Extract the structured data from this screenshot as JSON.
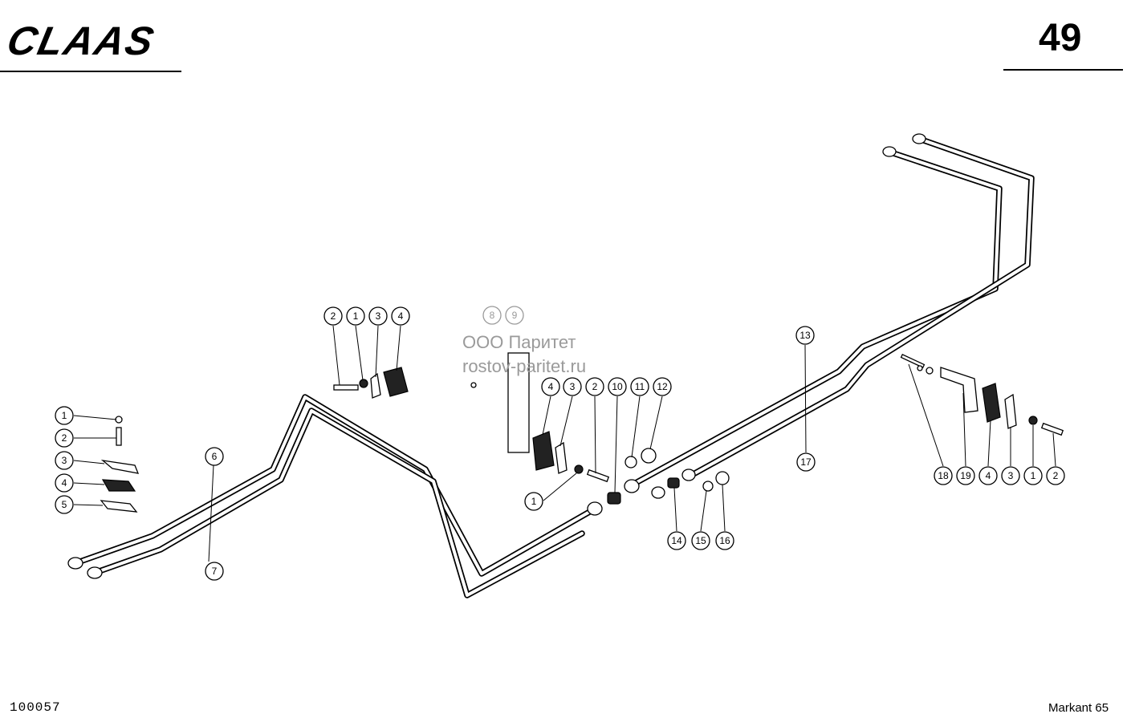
{
  "header": {
    "brand": "CLAAS",
    "page_number": "49"
  },
  "footer": {
    "drawing_number": "100057",
    "model": "Markant 65"
  },
  "watermark": {
    "line1": "ООО Паритет",
    "line2": "rostov-paritet.ru"
  },
  "callouts": {
    "left_clamp": [
      "1",
      "2",
      "3",
      "4",
      "5"
    ],
    "left_pipes": [
      "6",
      "7"
    ],
    "upper_clamp": [
      "2",
      "1",
      "3",
      "4"
    ],
    "center_ghost": [
      "8",
      "9"
    ],
    "center_group": [
      "4",
      "3",
      "2",
      "10",
      "11",
      "12",
      "1"
    ],
    "union_group": [
      "14",
      "15",
      "16"
    ],
    "right_pipes": [
      "13",
      "17"
    ],
    "right_group": [
      "18",
      "19",
      "4",
      "3",
      "1",
      "2"
    ]
  }
}
